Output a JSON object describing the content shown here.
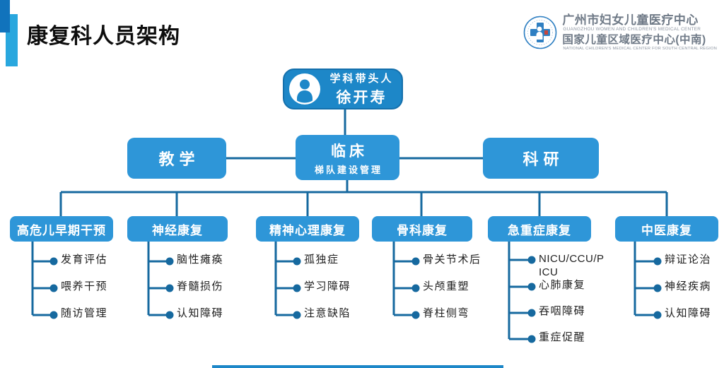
{
  "header": {
    "title": "康复科人员架构",
    "logo": {
      "line1_zh": "广州市妇女儿童医疗中心",
      "line1_en": "GUANGZHOU WOMEN AND CHILDREN'S MEDICAL CENTER",
      "line2_zh": "国家儿童区域医疗中心(中南)",
      "line2_en": "NATIONAL CHILDREN'S MEDICAL CENTER FOR SOUTH CENTRAL REGION"
    }
  },
  "org_chart": {
    "root": {
      "role": "学科带头人",
      "name": "徐开寿"
    },
    "level2": [
      {
        "label": "教学"
      },
      {
        "label": "临床",
        "sublabel": "梯队建设管理"
      },
      {
        "label": "科研"
      }
    ],
    "branches": [
      {
        "label": "高危儿早期干预",
        "items": [
          "发育评估",
          "喂养干预",
          "随访管理"
        ]
      },
      {
        "label": "神经康复",
        "items": [
          "脑性瘫痪",
          "脊髓损伤",
          "认知障碍"
        ]
      },
      {
        "label": "精神心理康复",
        "items": [
          "孤独症",
          "学习障碍",
          "注意缺陷"
        ]
      },
      {
        "label": "骨科康复",
        "items": [
          "骨关节术后",
          "头颅重塑",
          "脊柱侧弯"
        ]
      },
      {
        "label": "急重症康复",
        "items": [
          "NICU/CCU/PICU",
          "心肺康复",
          "吞咽障碍",
          "重症促醒"
        ]
      },
      {
        "label": "中医康复",
        "items": [
          "辩证论治",
          "神经疾病",
          "认知障碍"
        ]
      }
    ]
  },
  "colors": {
    "node_blue": "#2E96D8",
    "root_blue": "#1D87C8",
    "line_blue": "#16699F",
    "accent_dark": "#1173BC",
    "accent_light": "#29A7DE"
  }
}
